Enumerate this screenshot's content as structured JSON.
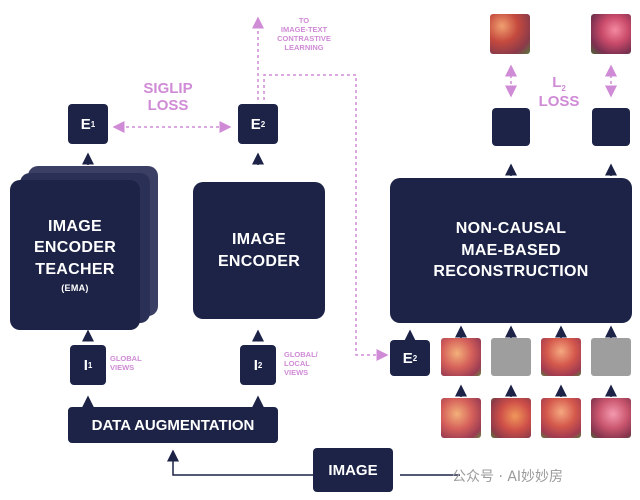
{
  "nodes": {
    "teacher_line1": "IMAGE",
    "teacher_line2": "ENCODER",
    "teacher_line3": "TEACHER",
    "teacher_sub": "(EMA)",
    "encoder_line1": "IMAGE",
    "encoder_line2": "ENCODER",
    "recon_line1": "NON-CAUSAL",
    "recon_line2": "MAE-BASED",
    "recon_line3": "RECONSTRUCTION",
    "data_aug": "DATA AUGMENTATION",
    "image": "IMAGE",
    "e1": "E",
    "e1_sub": "1",
    "e2": "E",
    "e2_sub": "2",
    "e2b": "E",
    "e2b_sub": "2",
    "i1": "I",
    "i1_sub": "1",
    "i2": "I",
    "i2_sub": "2"
  },
  "labels": {
    "siglip_line1": "SIGLIP",
    "siglip_line2": "LOSS",
    "contrastive_line1": "TO",
    "contrastive_line2": "IMAGE-TEXT",
    "contrastive_line3": "CONTRASTIVE",
    "contrastive_line4": "LEARNING",
    "global_views_line1": "GLOBAL",
    "global_views_line2": "VIEWS",
    "global_local_line1": "GLOBAL/",
    "global_local_line2": "LOCAL",
    "global_local_line3": "VIEWS",
    "l2_loss": "L",
    "l2_sub": "2",
    "l2_line2": "LOSS"
  },
  "watermark": "公众号 · AI妙妙房",
  "colors": {
    "node": "#1c2346",
    "accent": "#d08bd6",
    "masked": "#9e9e9e"
  }
}
